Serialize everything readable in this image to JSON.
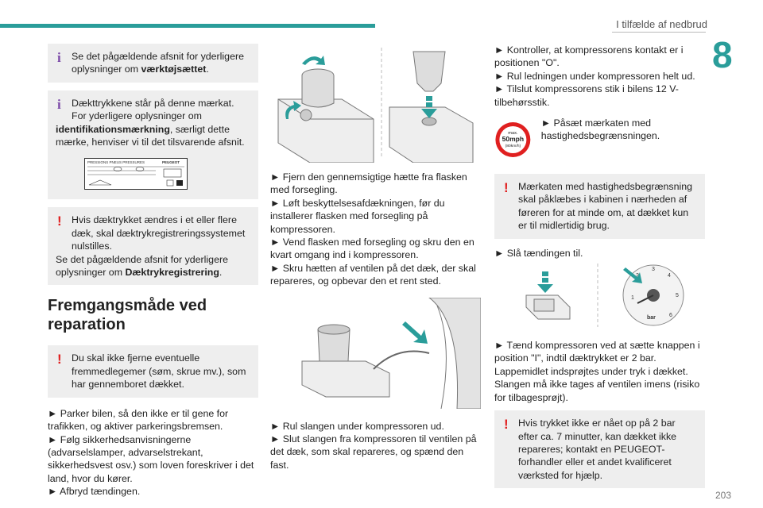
{
  "header": {
    "title": "I tilfælde af nedbrud",
    "chapter": "8",
    "page": "203"
  },
  "col1": {
    "info1": {
      "text": "Se det pågældende afsnit for yderligere oplysninger om ",
      "bold": "værktøjsættet",
      "tail": "."
    },
    "info2": {
      "text1": "Dækttrykkene står på denne mærkat. For yderligere oplysninger om ",
      "bold": "identifikationsmærkning",
      "text2": ", særligt dette mærke, henviser vi til det tilsvarende afsnit."
    },
    "tyre_label": {
      "title": "PRESSIONS PNEUS PRESSURES",
      "brand": "PEUGEOT"
    },
    "warn1": {
      "text1": "Hvis dæktrykket ændres i et eller flere dæk, skal dæktrykregistreringssystemet nulstilles.",
      "text2": "Se det pågældende afsnit for yderligere oplysninger om ",
      "bold": "Dæktrykregistrering",
      "tail": "."
    },
    "heading": "Fremgangsmåde ved reparation",
    "warn2": "Du skal ikke fjerne eventuelle fremmedlegemer (søm, skrue mv.), som har gennemboret dækket.",
    "steps": [
      "► Parker bilen, så den ikke er til gene for trafikken, og aktiver parkeringsbremsen.",
      "► Følg sikkerhedsanvisningerne (advarselslamper, advarselstrekant, sikkerhedsvest osv.) som loven foreskriver i det land, hvor du kører.",
      "► Afbryd tændingen."
    ]
  },
  "col2": {
    "steps1": [
      "► Fjern den gennemsigtige hætte fra flasken med forsegling.",
      "► Løft beskyttelsesafdækningen, før du installerer flasken med forsegling på kompressoren.",
      "► Vend flasken med forsegling og skru den en kvart omgang ind i kompressoren.",
      "► Skru hætten af ventilen på det dæk, der skal repareres, og opbevar den et rent sted."
    ],
    "steps2": [
      "► Rul slangen under kompressoren ud.",
      "► Slut slangen fra kompressoren til ventilen på det dæk, som skal repareres, og spænd den fast."
    ]
  },
  "col3": {
    "steps1": [
      "► Kontroller, at kompressorens kontakt er i positionen \"O\".",
      "► Rul ledningen under kompressoren helt ud.",
      "► Tilslut kompressorens stik i bilens 12 V-tilbehørsstik."
    ],
    "speed_sign": {
      "max": "max.",
      "value": "50mph",
      "sub": "(80km/h)"
    },
    "speed_text": "► Påsæt mærkaten med hastighedsbegrænsningen.",
    "warn1": "Mærkaten med hastighedsbegrænsning skal påklæbes i kabinen i nærheden af føreren for at minde om, at dækket kun er til midlertidig brug.",
    "step_ignition": "► Slå tændingen til.",
    "gauge": {
      "unit": "bar",
      "ticks": [
        "1",
        "2",
        "3",
        "4",
        "5",
        "6"
      ]
    },
    "steps2": [
      "► Tænd kompressoren ved at sætte knappen i position \"I\", indtil dæktrykket er 2 bar. Lappemidlet indsprøjtes under tryk i dækket. Slangen må ikke tages af ventilen imens (risiko for tilbagesprøjt)."
    ],
    "warn2": "Hvis trykket ikke er nået op på 2 bar efter ca. 7 minutter, kan dækket ikke repareres; kontakt en PEUGEOT-forhandler eller et andet kvalificeret værksted for hjælp."
  },
  "colors": {
    "accent": "#2a9d9a",
    "info": "#7b4aa8",
    "warning": "#e02020",
    "box": "#eeeeee"
  }
}
